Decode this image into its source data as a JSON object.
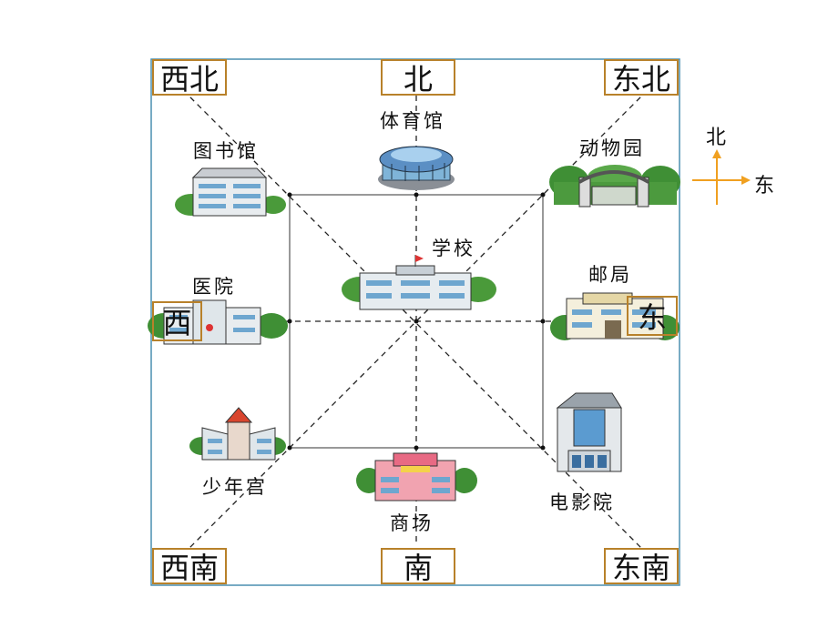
{
  "directions": {
    "northwest": "西北",
    "north": "北",
    "northeast": "东北",
    "west": "西",
    "east": "东",
    "southwest": "西南",
    "south": "南",
    "southeast": "东南"
  },
  "places": {
    "stadium": "体育馆",
    "library": "图书馆",
    "zoo": "动物园",
    "school": "学校",
    "hospital": "医院",
    "post_office": "邮局",
    "youth_palace": "少年宫",
    "mall": "商场",
    "cinema": "电影院"
  },
  "compass": {
    "north": "北",
    "east": "东"
  },
  "colors": {
    "frame": "#4a8fb0",
    "box_border": "#b8812a",
    "compass_arrow": "#f0a020"
  }
}
